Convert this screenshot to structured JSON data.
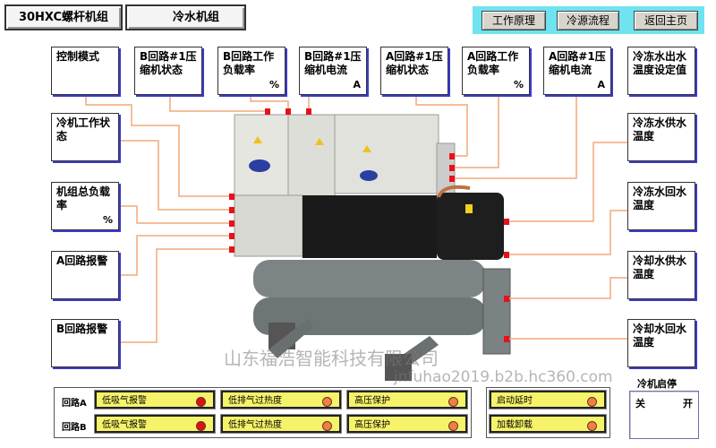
{
  "header": {
    "model": "30HXC螺杆机组",
    "unit_type": "冷水机组"
  },
  "toolbar": {
    "principle": "工作原理",
    "cold_source_flow": "冷源流程",
    "home": "返回主页"
  },
  "top_boxes": [
    {
      "label": "控制模式",
      "unit": ""
    },
    {
      "label": "B回路#1压缩机状态",
      "unit": ""
    },
    {
      "label": "B回路工作负载率",
      "unit": "%"
    },
    {
      "label": "B回路#1压缩机电流",
      "unit": "A"
    },
    {
      "label": "A回路#1压缩机状态",
      "unit": ""
    },
    {
      "label": "A回路工作负载率",
      "unit": "%"
    },
    {
      "label": "A回路#1压缩机电流",
      "unit": "A"
    },
    {
      "label": "冷冻水出水温度设定值",
      "unit": ""
    }
  ],
  "left_boxes": [
    {
      "label": "冷机工作状态",
      "unit": ""
    },
    {
      "label": "机组总负载率",
      "unit": "%"
    },
    {
      "label": "A回路报警",
      "unit": ""
    },
    {
      "label": "B回路报警",
      "unit": ""
    }
  ],
  "right_boxes": [
    {
      "label": "冷冻水供水温度"
    },
    {
      "label": "冷冻水回水温度"
    },
    {
      "label": "冷却水供水温度"
    },
    {
      "label": "冷却水回水温度"
    }
  ],
  "alarms": {
    "row_a": "回路A",
    "row_b": "回路B",
    "a": [
      {
        "label": "低吸气报警",
        "color": "#e01010"
      },
      {
        "label": "低排气过热度",
        "color": "#f08040"
      },
      {
        "label": "高压保护",
        "color": "#f08040"
      }
    ],
    "b": [
      {
        "label": "低吸气报警",
        "color": "#e01010"
      },
      {
        "label": "低排气过热度",
        "color": "#f08040"
      },
      {
        "label": "高压保护",
        "color": "#f08040"
      }
    ],
    "extra": [
      {
        "label": "启动延时",
        "color": "#f08040"
      },
      {
        "label": "加载卸载",
        "color": "#f08040"
      }
    ]
  },
  "start_stop": {
    "title": "冷机启停",
    "off": "关",
    "on": "开"
  },
  "watermark": {
    "company": "山东福浩智能科技有限公司",
    "site": "jnfuhao2019.b2b.hc360.com"
  }
}
